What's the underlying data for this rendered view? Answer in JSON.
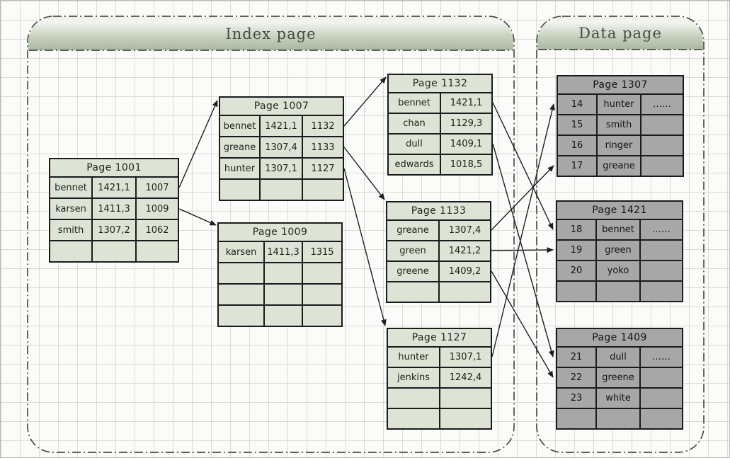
{
  "sections": {
    "index": {
      "label": "Index page"
    },
    "data": {
      "label": "Data page"
    }
  },
  "pages": {
    "p1001": {
      "title": "Page 1001",
      "rows": [
        [
          "bennet",
          "1421,1",
          "1007"
        ],
        [
          "karsen",
          "1411,3",
          "1009"
        ],
        [
          "smith",
          "1307,2",
          "1062"
        ],
        [
          "",
          "",
          ""
        ]
      ]
    },
    "p1007": {
      "title": "Page 1007",
      "rows": [
        [
          "bennet",
          "1421,1",
          "1132"
        ],
        [
          "greane",
          "1307,4",
          "1133"
        ],
        [
          "hunter",
          "1307,1",
          "1127"
        ],
        [
          "",
          "",
          ""
        ]
      ]
    },
    "p1009": {
      "title": "Page 1009",
      "rows": [
        [
          "karsen",
          "1411,3",
          "1315"
        ],
        [
          "",
          "",
          ""
        ],
        [
          "",
          "",
          ""
        ],
        [
          "",
          "",
          ""
        ]
      ]
    },
    "p1132": {
      "title": "Page 1132",
      "rows": [
        [
          "bennet",
          "1421,1"
        ],
        [
          "chan",
          "1129,3"
        ],
        [
          "dull",
          "1409,1"
        ],
        [
          "edwards",
          "1018,5"
        ]
      ]
    },
    "p1133": {
      "title": "Page 1133",
      "rows": [
        [
          "greane",
          "1307,4"
        ],
        [
          "green",
          "1421,2"
        ],
        [
          "greene",
          "1409,2"
        ],
        [
          "",
          ""
        ]
      ]
    },
    "p1127": {
      "title": "Page 1127",
      "rows": [
        [
          "hunter",
          "1307,1"
        ],
        [
          "jenkins",
          "1242,4"
        ],
        [
          "",
          ""
        ],
        [
          "",
          ""
        ]
      ]
    },
    "p1307": {
      "title": "Page 1307",
      "rows": [
        [
          "14",
          "hunter",
          "……"
        ],
        [
          "15",
          "smith",
          ""
        ],
        [
          "16",
          "ringer",
          ""
        ],
        [
          "17",
          "greane",
          ""
        ]
      ]
    },
    "p1421": {
      "title": "Page 1421",
      "rows": [
        [
          "18",
          "bennet",
          "……"
        ],
        [
          "19",
          "green",
          ""
        ],
        [
          "20",
          "yoko",
          ""
        ],
        [
          "",
          "",
          ""
        ]
      ]
    },
    "p1409": {
      "title": "Page 1409",
      "rows": [
        [
          "21",
          "dull",
          "……"
        ],
        [
          "22",
          "greene",
          ""
        ],
        [
          "23",
          "white",
          ""
        ],
        [
          "",
          "",
          ""
        ]
      ]
    }
  },
  "links": [
    {
      "from": "p1001:bennet",
      "to": "p1007"
    },
    {
      "from": "p1001:karsen",
      "to": "p1009"
    },
    {
      "from": "p1007:bennet",
      "to": "p1132"
    },
    {
      "from": "p1007:greane",
      "to": "p1133"
    },
    {
      "from": "p1007:hunter",
      "to": "p1127"
    },
    {
      "from": "p1132:bennet",
      "to": "p1421:18"
    },
    {
      "from": "p1132:dull",
      "to": "p1409:21"
    },
    {
      "from": "p1133:greane",
      "to": "p1307:17"
    },
    {
      "from": "p1133:green",
      "to": "p1421:19"
    },
    {
      "from": "p1133:greene",
      "to": "p1409:22"
    },
    {
      "from": "p1127:hunter",
      "to": "p1307:14"
    }
  ],
  "colors": {
    "index_table_fill": "#dde4d6",
    "data_table_fill": "#a7a7a7",
    "band_green": "#a8b7a0",
    "table_border": "#1b1b1b",
    "arrow": "#1f1f1f"
  }
}
